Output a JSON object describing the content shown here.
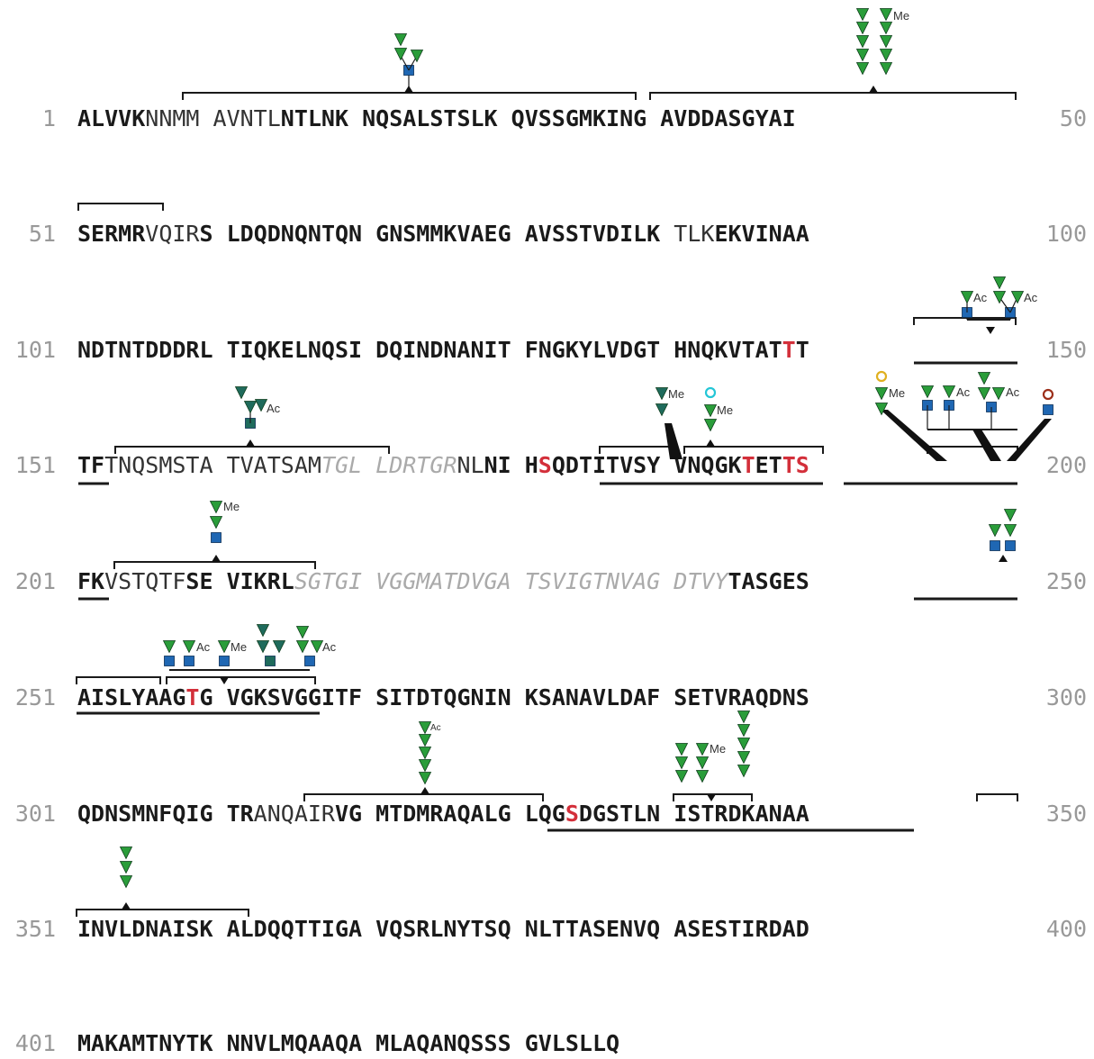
{
  "colors": {
    "hexose": "#2a9d3a",
    "hexose_dark": "#1f6b5c",
    "hexnac": "#1f67b3",
    "text_bold": "#1a1a1a",
    "text_plain": "#333333",
    "text_faint": "#aaaaaa",
    "glyco_site": "#d32f3a",
    "gal": "#e0b020",
    "cyan_marker": "#24c6d6",
    "brown_marker": "#9c2f1a"
  },
  "labels": {
    "me": "Me",
    "ac": "Ac"
  },
  "rows": [
    {
      "start": "1",
      "end": "50",
      "segments": [
        {
          "t": "ALVVK",
          "s": "bold"
        },
        {
          "t": "NNMM AVNTL",
          "s": "plain"
        },
        {
          "t": "NTLNK NQSALSTSLK QVSSGMKING AVDDASGYAI",
          "s": "bold"
        }
      ]
    },
    {
      "start": "51",
      "end": "100",
      "segments": [
        {
          "t": "SERMR",
          "s": "bold"
        },
        {
          "t": "VQIR",
          "s": "plain"
        },
        {
          "t": "S LDQDNQNTQN GNSMMKVAEG AVSSTVDILK ",
          "s": "bold"
        },
        {
          "t": "TLK",
          "s": "plain"
        },
        {
          "t": "EKVINAA",
          "s": "bold"
        }
      ]
    },
    {
      "start": "101",
      "end": "150",
      "segments": [
        {
          "t": "NDTNTDDDRL TIQKELNQSI DQINDNANIT FNGKYLVDGT HNQKVTAT",
          "s": "bold"
        },
        {
          "t": "T",
          "s": "site"
        },
        {
          "t": "T",
          "s": "bold"
        }
      ]
    },
    {
      "start": "151",
      "end": "200",
      "segments": [
        {
          "t": "TF",
          "s": "bold"
        },
        {
          "t": "TNQSMSTA TVATSAM",
          "s": "plain"
        },
        {
          "t": "TGL LDRTGR",
          "s": "faint"
        },
        {
          "t": "NL",
          "s": "plain"
        },
        {
          "t": "NI H",
          "s": "bold"
        },
        {
          "t": "S",
          "s": "site"
        },
        {
          "t": "QDTITVSY VNQGK",
          "s": "bold"
        },
        {
          "t": "T",
          "s": "site"
        },
        {
          "t": "ET",
          "s": "bold"
        },
        {
          "t": "TS",
          "s": "site"
        }
      ]
    },
    {
      "start": "201",
      "end": "250",
      "segments": [
        {
          "t": "FK",
          "s": "bold"
        },
        {
          "t": "VSTQTF",
          "s": "plain"
        },
        {
          "t": "SE VIKRL",
          "s": "bold"
        },
        {
          "t": "SGTGI VGGMATDVGA TSVIGTNVAG DTVY",
          "s": "faint"
        },
        {
          "t": "TASGES",
          "s": "bold"
        }
      ]
    },
    {
      "start": "251",
      "end": "300",
      "segments": [
        {
          "t": "AISLYAAG",
          "s": "bold"
        },
        {
          "t": "T",
          "s": "site"
        },
        {
          "t": "G VGKSVGGITF SITDTQGNIN KSANAVLDAF SETVRAQDNS",
          "s": "bold"
        }
      ]
    },
    {
      "start": "301",
      "end": "350",
      "segments": [
        {
          "t": "QDNSMNFQIG TR",
          "s": "bold"
        },
        {
          "t": "ANQAIR",
          "s": "plain"
        },
        {
          "t": "VG MTDMRAQALG LQG",
          "s": "bold"
        },
        {
          "t": "S",
          "s": "site"
        },
        {
          "t": "DGSTLN ISTRDKANAA",
          "s": "bold"
        }
      ]
    },
    {
      "start": "351",
      "end": "400",
      "segments": [
        {
          "t": "INVLDNAISK ALDQQTTIGA VQSRLNYTSQ NLTTASENVQ ASESTIRDAD",
          "s": "bold"
        }
      ]
    },
    {
      "start": "401",
      "end": "",
      "segments": [
        {
          "t": "MAKAMTNYTK NNVLMQAAQA MLAQANQSSS GVLSLLQ",
          "s": "bold"
        }
      ]
    }
  ]
}
